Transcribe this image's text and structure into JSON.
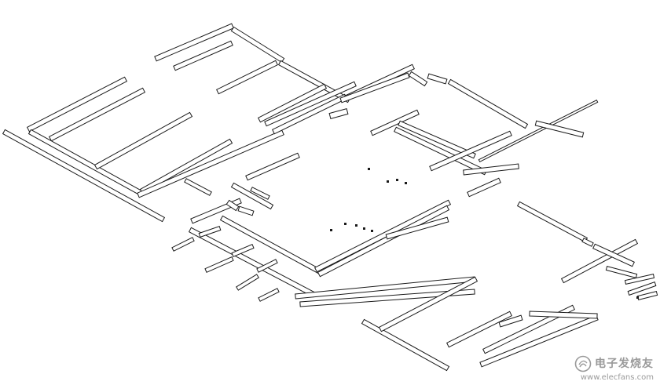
{
  "drawing": {
    "type": "isometric-floor-plan-wireframe",
    "stroke_color": "#1a1a1a",
    "fill_color": "#ffffff"
  },
  "watermark": {
    "cn_text": "电子发烧友",
    "url_text": "www.elecfans.com",
    "color": "#9a9a9a",
    "icon": "elecfans-logo-icon"
  }
}
